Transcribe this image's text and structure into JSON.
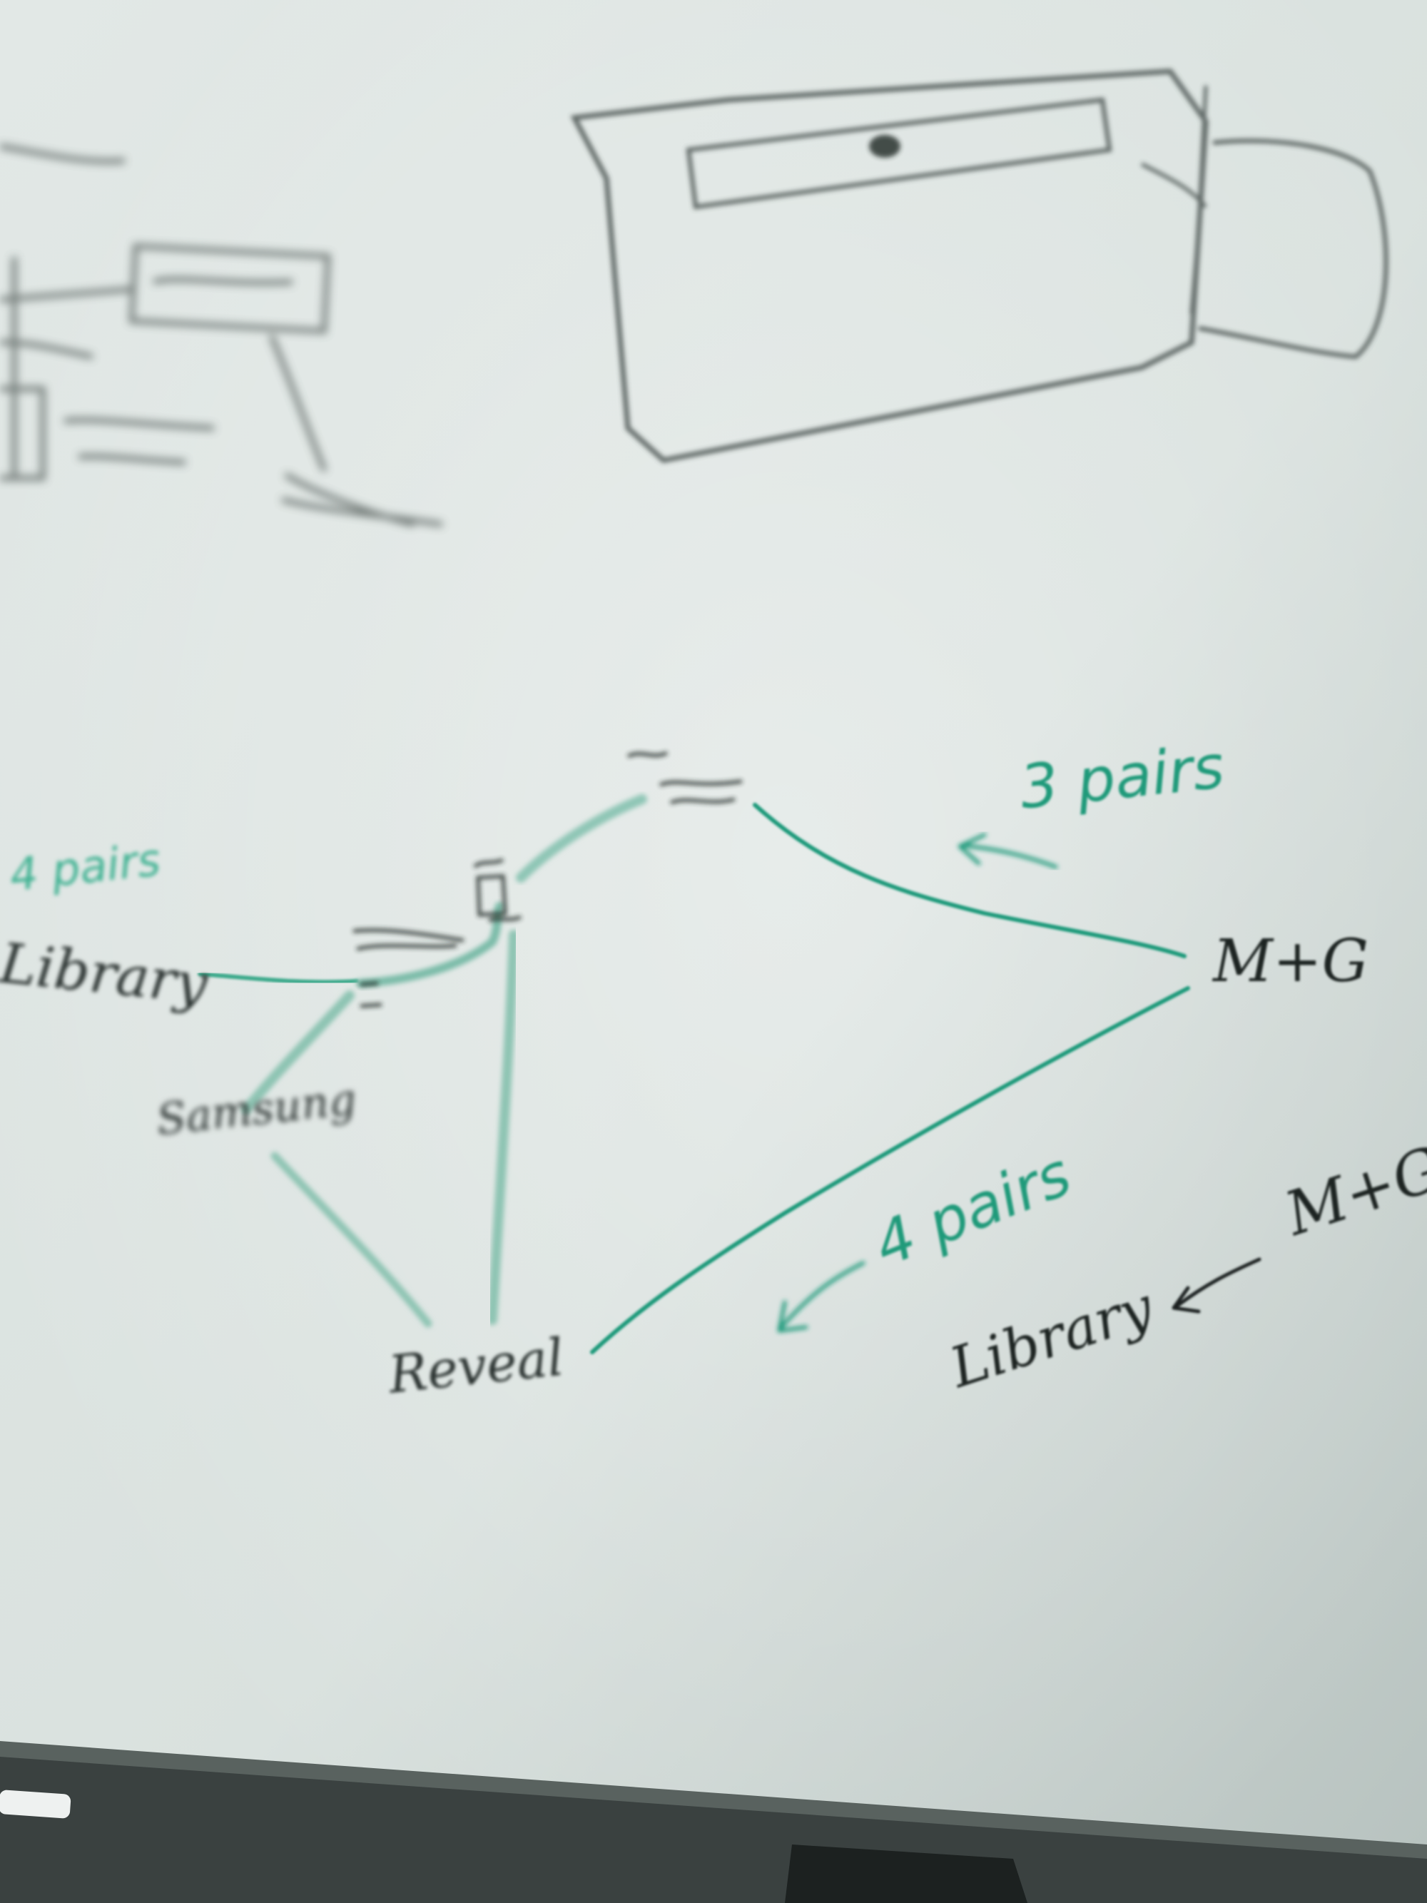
{
  "photo": {
    "subject": "whiteboard",
    "colors": {
      "board": "#dfe6e3",
      "green_marker": "#1f9a7a",
      "black_marker": "#1d2422",
      "tray": "#3a4140"
    }
  },
  "diagram": {
    "nodes": {
      "library_left": "Library",
      "samsung": "Samsung",
      "reveal": "Reveal",
      "m_and_g": "M+G"
    },
    "edge_labels": {
      "left": "4 pairs",
      "top_right": "3 pairs",
      "bottom_right": "4 pairs"
    },
    "side_note": {
      "to": "Library",
      "from": "M+G"
    }
  }
}
